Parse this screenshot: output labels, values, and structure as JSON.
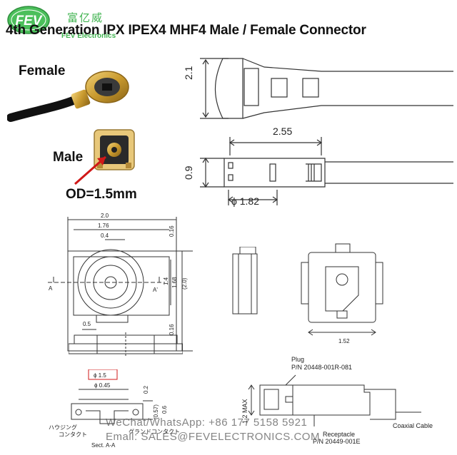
{
  "logo": {
    "brand": "FEV",
    "chinese": "富亿威",
    "english": "FEV Electronics"
  },
  "title": "4th Generation IPX IPEX4 MHF4 Male / Female Connector",
  "photo": {
    "female_label": "Female",
    "male_label": "Male",
    "od_label": "OD=1.5mm"
  },
  "side_view": {
    "height": "2.1",
    "length": "2.55",
    "profile_height": "0.9",
    "diameter": "ϕ 1.82"
  },
  "plan_view": {
    "width": "2.0",
    "inner_width": "1.76",
    "pin_width": "0.4",
    "top_gap": "0.16",
    "height_a": "1.4",
    "height_b": "1.68",
    "height_c": "(2.0)",
    "bottom_gap": "0.16",
    "tab_width": "0.5",
    "section_left": "A",
    "section_right": "A'"
  },
  "receptacle_view": {
    "width": "1.52"
  },
  "section_view": {
    "od_outer": "ϕ 1.5",
    "od_inner": "ϕ 0.45",
    "dim_02": "0.2",
    "dim_057": "(0.57)",
    "dim_06": "0.6",
    "label_housing": "ハウジング",
    "label_contact": "コンタクト",
    "label_ground": "グランドコンタクト",
    "section_label": "Sect. A-A"
  },
  "mated_view": {
    "plug_label": "Plug",
    "plug_pn": "P/N 20448-001R-081",
    "max_height": "1.2 MAX",
    "receptacle_label": "Receptacle",
    "receptacle_pn": "P/N 20449-001E",
    "cable_label": "Coaxial Cable"
  },
  "footer": {
    "wechat": "WeChat/WhatsApp: +86 177 5158 5921",
    "email": "Email: SALES@FEVELECTRONICS.COM"
  },
  "colors": {
    "brand_green": "#3fb34f",
    "arrow_red": "#d01818",
    "gold": "#c99a2e"
  }
}
